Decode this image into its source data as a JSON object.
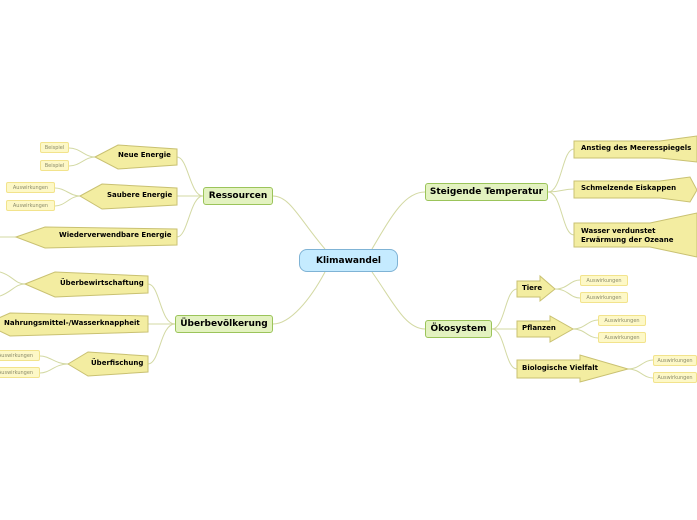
{
  "colors": {
    "root_fill": "#c5ebff",
    "main_fill": "#e3f2c0",
    "sub_fill": "#f3eda1",
    "leaf_fill": "#fdf8c7",
    "connector": "#d3d9a3"
  },
  "root": {
    "label": "Klimawandel"
  },
  "ressourcen": {
    "label": "Ressourcen",
    "neue_energie": {
      "label": "Neue Energie",
      "leaves": [
        "Beispiel",
        "Beispiel"
      ]
    },
    "saubere_energie": {
      "label": "Saubere Energie",
      "leaves": [
        "Auswirkungen",
        "Auswirkungen"
      ]
    },
    "wiederverwendbare": {
      "label": "Wiederverwendbare Energie"
    }
  },
  "ueberbevoelkerung": {
    "label": "Überbevölkerung",
    "ueberbewirtschaftung": {
      "label": "Überbewirtschaftung"
    },
    "nahrungsmittel": {
      "label": "Nahrungsmittel-/Wasserknappheit"
    },
    "ueberfischung": {
      "label": "Überfischung",
      "leaves": [
        "Auswirkungen",
        "Auswirkungen"
      ]
    }
  },
  "temperatur": {
    "label": "Steigende Temperatur",
    "meeresspiegel": {
      "label": "Anstieg des Meeresspiegels"
    },
    "eiskappen": {
      "label": "Schmelzende Eiskappen"
    },
    "wasser": {
      "line1": "Wasser verdunstet",
      "line2": "Erwärmung der Ozeane"
    }
  },
  "oekosystem": {
    "label": "Ökosystem",
    "tiere": {
      "label": "Tiere",
      "leaves": [
        "Auswirkungen",
        "Auswirkungen"
      ]
    },
    "pflanzen": {
      "label": "Pflanzen",
      "leaves": [
        "Auswirkungen",
        "Auswirkungen"
      ]
    },
    "vielfalt": {
      "label": "Biologische Vielfalt",
      "leaves": [
        "Auswirkungen",
        "Auswirkungen"
      ]
    }
  }
}
